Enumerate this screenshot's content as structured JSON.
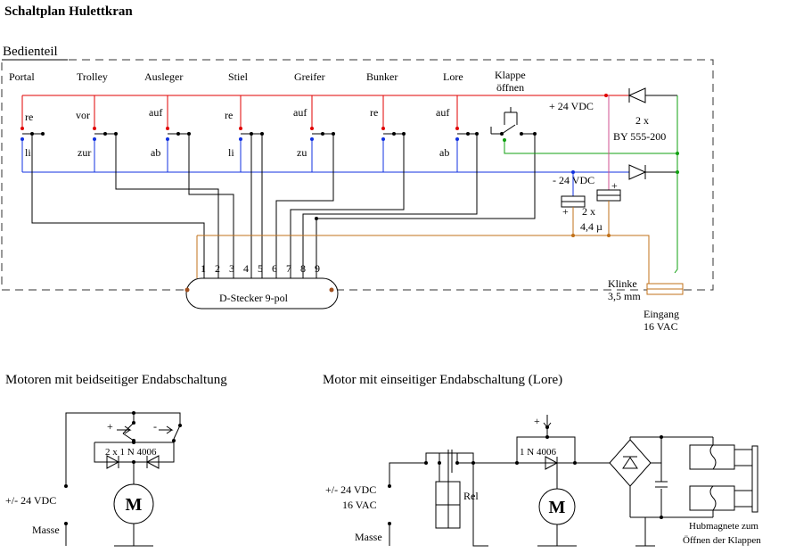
{
  "title": "Schaltplan Hulettkran",
  "panel_label": "Bedienteil",
  "switch_columns": [
    {
      "name": "Portal",
      "up": "re",
      "down": "li"
    },
    {
      "name": "Trolley",
      "up": "vor",
      "down": "zur"
    },
    {
      "name": "Ausleger",
      "up": "auf",
      "down": "ab"
    },
    {
      "name": "Stiel",
      "up": "re",
      "down": "li"
    },
    {
      "name": "Greifer",
      "up": "auf",
      "down": "zu"
    },
    {
      "name": "Bunker",
      "up": "re",
      "down": ""
    },
    {
      "name": "Lore",
      "up": "auf",
      "down": "ab"
    }
  ],
  "klappe_label_1": "Klappe",
  "klappe_label_2": "öffnen",
  "plus_voltage": "+ 24 VDC",
  "minus_voltage": "- 24 VDC",
  "diodes_count": "2 x",
  "diodes_type": "BY 555-200",
  "caps_count": "2 x",
  "caps_value": "4,4 µ",
  "plus_sign": "+",
  "connector_pins": [
    "1",
    "2",
    "3",
    "4",
    "5",
    "6",
    "7",
    "8",
    "9"
  ],
  "connector_label": "D-Stecker 9-pol",
  "jack_label_1": "Klinke",
  "jack_label_2": "3,5 mm",
  "input_label_1": "Eingang",
  "input_label_2": "16 VAC",
  "section_left_title": "Motoren mit beidseitiger Endabschaltung",
  "section_right_title": "Motor mit einseitiger Endabschaltung (Lore)",
  "left_plus": "+",
  "left_minus": "-",
  "left_diodes": "2 x 1 N 4006",
  "left_supply": "+/- 24 VDC",
  "left_ground": "Masse",
  "motor_letter": "M",
  "right_plus": "+",
  "right_diode": "1 N 4006",
  "right_supply_1": "+/- 24 VDC",
  "right_supply_2": "16 VAC",
  "right_ground": "Masse",
  "relay_label": "Rel",
  "magnet_label_1": "Hubmagnete zum",
  "magnet_label_2": "Öffnen der Klappen",
  "colors": {
    "red_wire": "#e00000",
    "blue_wire": "#1030e0",
    "green_wire": "#10a010",
    "brown_wire": "#c07018"
  }
}
